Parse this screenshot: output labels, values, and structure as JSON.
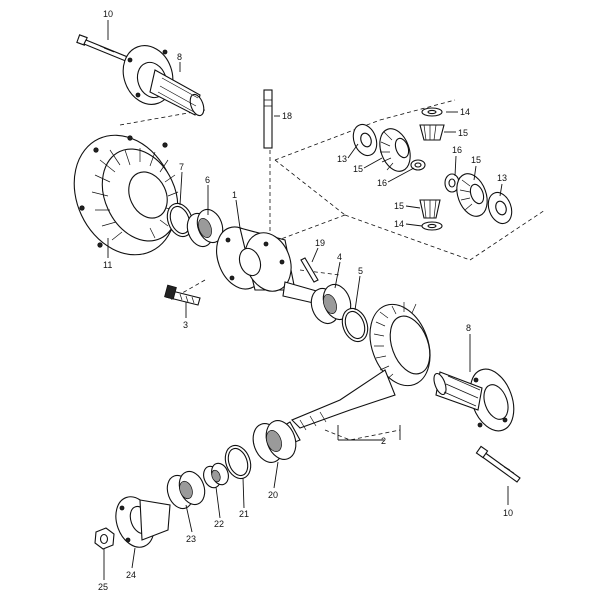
{
  "labels": {
    "p1": "1",
    "p2": "2",
    "p3": "3",
    "p5": "5",
    "p6": "6",
    "p7": "7",
    "p8a": "8",
    "p8b": "8",
    "p10a": "10",
    "p10b": "10",
    "p11": "11",
    "p13a": "13",
    "p13b": "13",
    "p14a": "14",
    "p14b": "14",
    "p15a": "15",
    "p15b": "15",
    "p15c": "15",
    "p15d": "15",
    "p16a": "16",
    "p16b": "16",
    "p18": "18",
    "p19": "19",
    "p4": "4",
    "p20": "20",
    "p21": "21",
    "p22": "22",
    "p23": "23",
    "p24": "24",
    "p25": "25"
  },
  "colors": {
    "ink": "#111111",
    "background": "#ffffff"
  }
}
